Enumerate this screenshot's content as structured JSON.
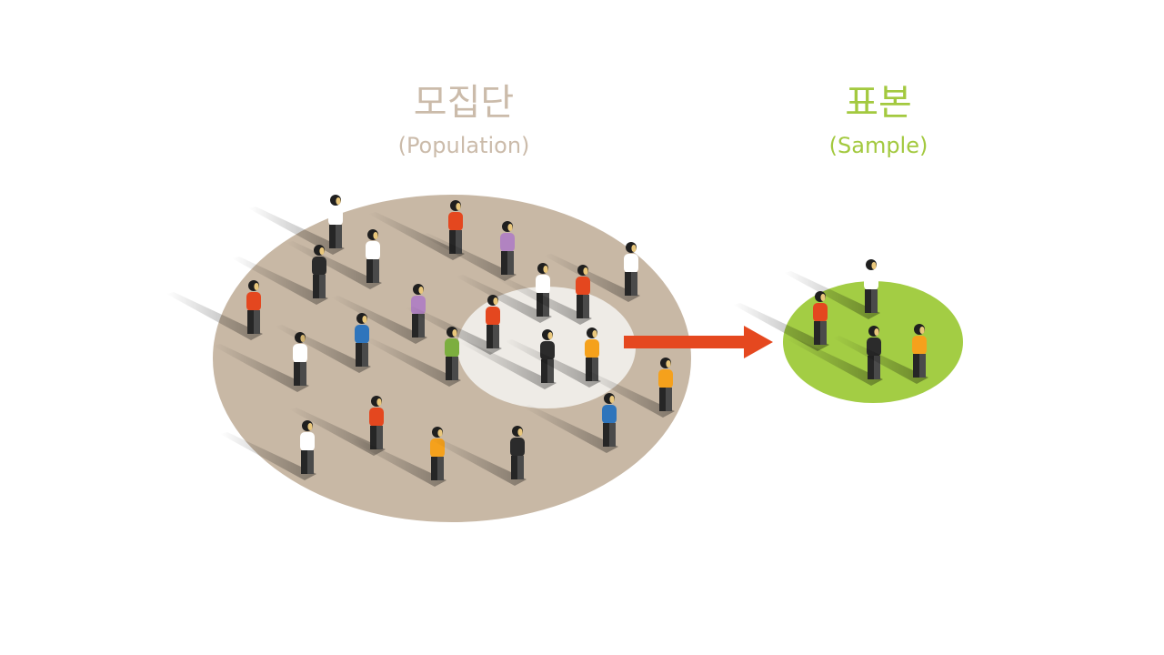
{
  "population": {
    "title_ko": "모집단",
    "title_en": "(Population)",
    "color": "#c8b8a5",
    "text_color": "#cbbbaa"
  },
  "sample": {
    "title_ko": "표본",
    "title_en": "(Sample)",
    "color": "#a3cd44",
    "text_color": "#a3c93f"
  },
  "selection_zone_color": "#eeebe6",
  "arrow_color": "#e5481f",
  "person_colors": {
    "red": "#e4471f",
    "white": "#ffffff",
    "black": "#2b2b2b",
    "purple": "#b183c1",
    "blue": "#2f75bc",
    "green": "#7cae3f",
    "orange": "#f5a11c"
  },
  "population_people": [
    "white",
    "red",
    "purple",
    "white",
    "black",
    "white",
    "red",
    "white",
    "red",
    "purple",
    "red",
    "white",
    "blue",
    "green",
    "black",
    "orange",
    "orange",
    "red",
    "blue",
    "white",
    "orange",
    "black"
  ],
  "sample_people": [
    "white",
    "red",
    "black",
    "orange"
  ]
}
